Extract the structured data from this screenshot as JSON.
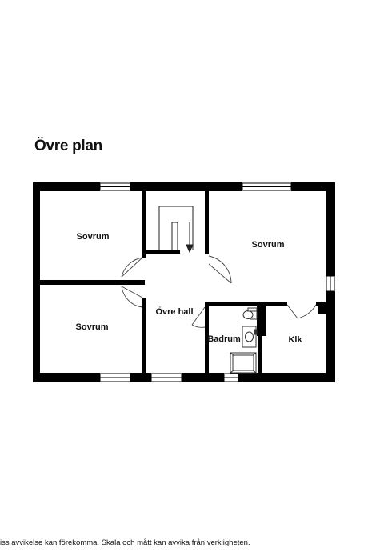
{
  "title": "Övre plan",
  "rooms": {
    "sovrum_top_left": "Sovrum",
    "sovrum_bottom_left": "Sovrum",
    "sovrum_right": "Sovrum",
    "ovre_hall": "Övre hall",
    "badrum": "Badrum",
    "klk": "Klk"
  },
  "disclaimer": "iss avvikelse kan förekomma. Skala och mått kan avvika från verkligheten.",
  "colors": {
    "wall": "#000000",
    "background": "#ffffff",
    "line": "#333333"
  },
  "icons": [
    "stair-icon",
    "sink-icon",
    "toilet-icon",
    "shower-icon",
    "door-swing-icon",
    "window-icon"
  ]
}
